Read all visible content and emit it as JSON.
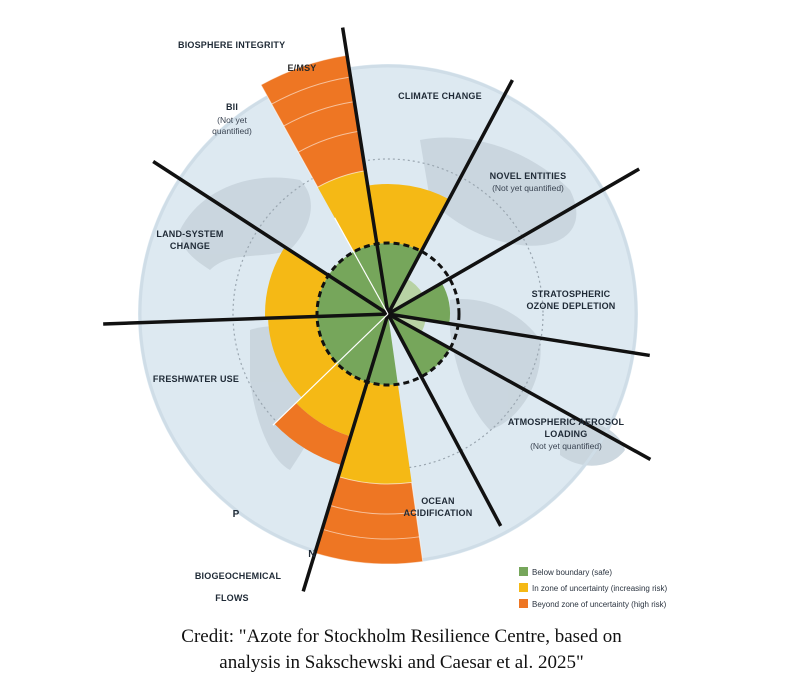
{
  "colors": {
    "safe": "#76a65b",
    "safe_light": "#b8d2a4",
    "uncertainty": "#f5b915",
    "high_risk": "#ee7623",
    "globe": "#dde9f1",
    "land": "#c8d4dd",
    "divider": "#111111"
  },
  "labels": {
    "biosphere_integrity": "BIOSPHERE INTEGRITY",
    "e_msy": "E/MSY",
    "bii": "BII",
    "bii_sub1": "(Not yet",
    "bii_sub2": "quantified)",
    "climate_change": "CLIMATE CHANGE",
    "novel_entities": "NOVEL ENTITIES",
    "novel_entities_sub": "(Not yet quantified)",
    "stratospheric1": "STRATOSPHERIC",
    "stratospheric2": "OZONE DEPLETION",
    "aerosol1": "ATMOSPHERIC AEROSOL",
    "aerosol2": "LOADING",
    "aerosol_sub": "(Not yet quantified)",
    "ocean1": "OCEAN",
    "ocean2": "ACIDIFICATION",
    "land_system1": "LAND-SYSTEM",
    "land_system2": "CHANGE",
    "freshwater": "FRESHWATER USE",
    "p": "P",
    "n": "N",
    "biogeo1": "BIOGEOCHEMICAL",
    "biogeo2": "FLOWS"
  },
  "legend": [
    {
      "label": "Below boundary (safe)",
      "color": "#76a65b"
    },
    {
      "label": "In zone of uncertainty (increasing risk)",
      "color": "#f5b915"
    },
    {
      "label": "Beyond zone of uncertainty (high risk)",
      "color": "#ee7623"
    }
  ],
  "credit": {
    "line1": "Credit: \"Azote for Stockholm Resilience Centre, based on",
    "line2": "analysis in Sakschewski and Caesar et al. 2025\""
  }
}
